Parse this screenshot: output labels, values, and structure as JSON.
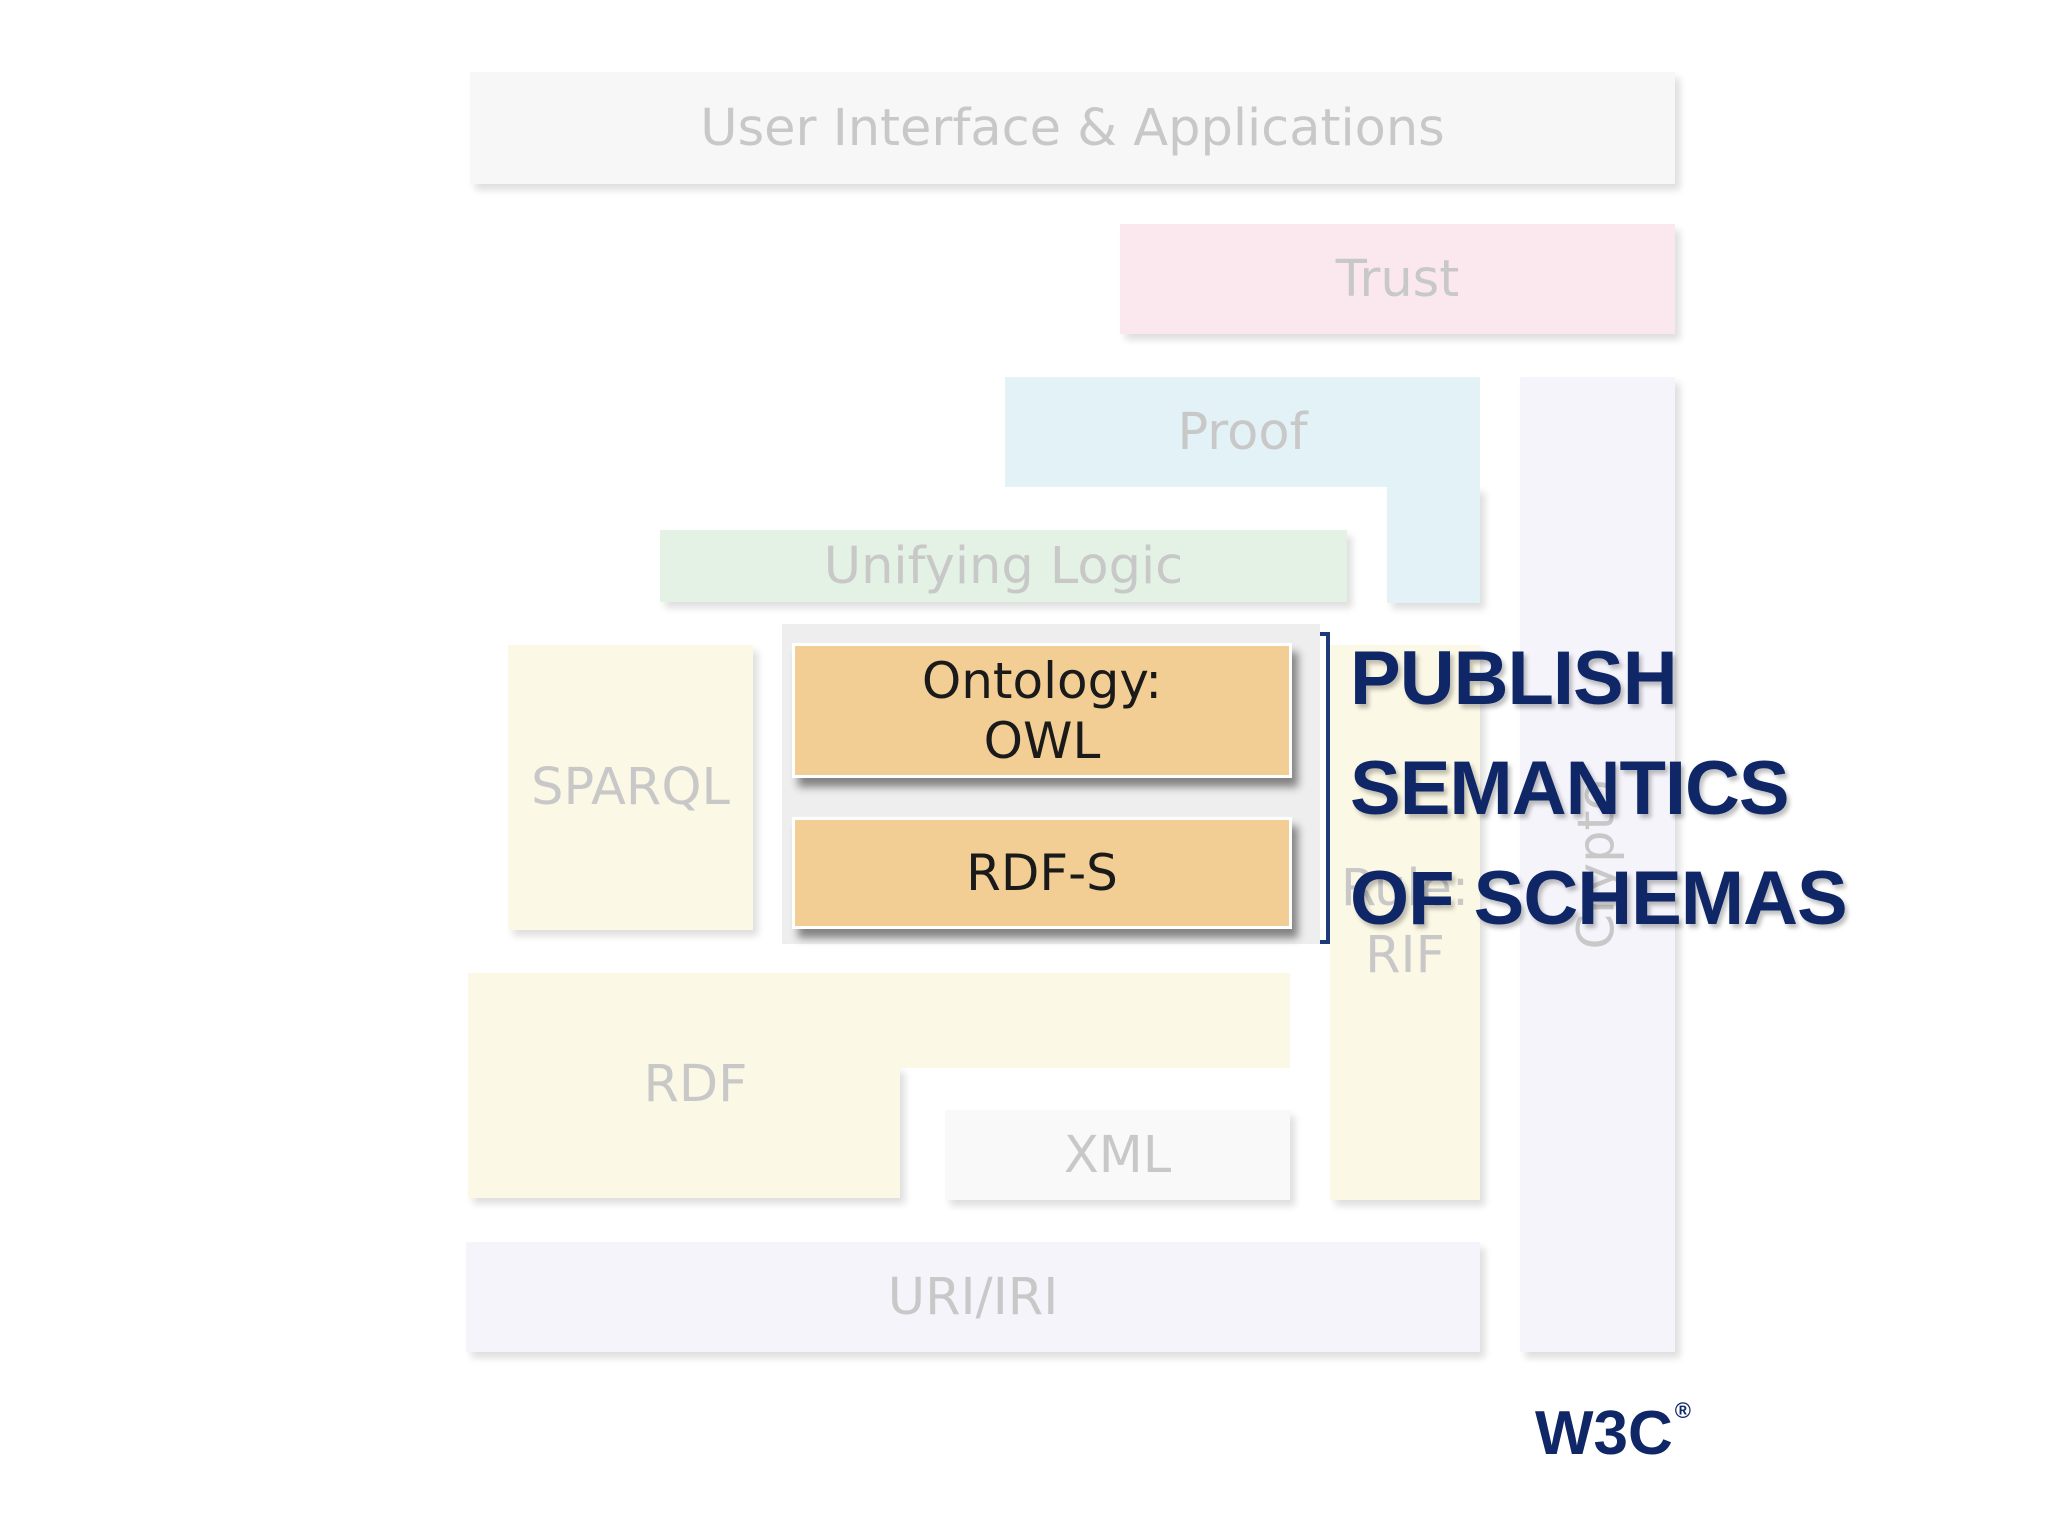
{
  "layers": {
    "ui_apps": "User Interface & Applications",
    "trust": "Trust",
    "proof": "Proof",
    "unifying_logic": "Unifying Logic",
    "sparql": "SPARQL",
    "ontology_line1": "Ontology:",
    "ontology_line2": "OWL",
    "rdfs": "RDF-S",
    "rule_line1": "Rule:",
    "rule_line2": "RIF",
    "crypto": "Crypto",
    "rdf": "RDF",
    "xml": "XML",
    "uri": "URI/IRI"
  },
  "callout": {
    "line1": "PUBLISH",
    "line2": "SEMANTICS",
    "line3": "OF SCHEMAS"
  },
  "logo": {
    "text": "W3C",
    "mark": "®"
  },
  "colors": {
    "highlight": "#f2ce94",
    "callout_text": "#0f2667",
    "bracket": "#1f3a7a"
  }
}
